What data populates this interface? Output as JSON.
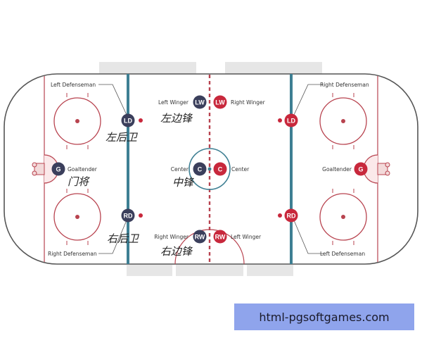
{
  "colors": {
    "blue_team": "#3b3f5c",
    "red_team": "#c8283c",
    "rink_line_blue": "#3e7f93",
    "rink_line_red": "#b8434f",
    "board": "#555555",
    "bench": "#e6e6e6"
  },
  "players": {
    "left_defense_left_side": {
      "code": "LD",
      "label": "Left Defenseman",
      "cn": "左后卫"
    },
    "right_defense_left_side": {
      "code": "RD",
      "label": "Right Defenseman",
      "cn": "右后卫"
    },
    "goalie_left": {
      "code": "G",
      "label": "Goaltender",
      "cn": "门将"
    },
    "left_winger_blue": {
      "code": "LW",
      "label": "Left Winger",
      "cn": "左边锋"
    },
    "center_blue": {
      "code": "C",
      "label": "Center",
      "cn": "中锋"
    },
    "right_winger_blue": {
      "code": "RW",
      "label": "Right Winger",
      "cn": "右边锋"
    },
    "right_winger_red": {
      "code": "LW",
      "label": "Right Winger"
    },
    "center_red": {
      "code": "C",
      "label": "Center"
    },
    "left_winger_red": {
      "code": "RW",
      "label": "Left Winger"
    },
    "ld_right_side": {
      "code": "LD",
      "label": "Right Defenseman"
    },
    "rd_right_side": {
      "code": "RD",
      "label": "Left Defenseman"
    },
    "goalie_right": {
      "code": "G",
      "label": "Goaltender"
    }
  },
  "watermark": "html-pgsoftgames.com"
}
